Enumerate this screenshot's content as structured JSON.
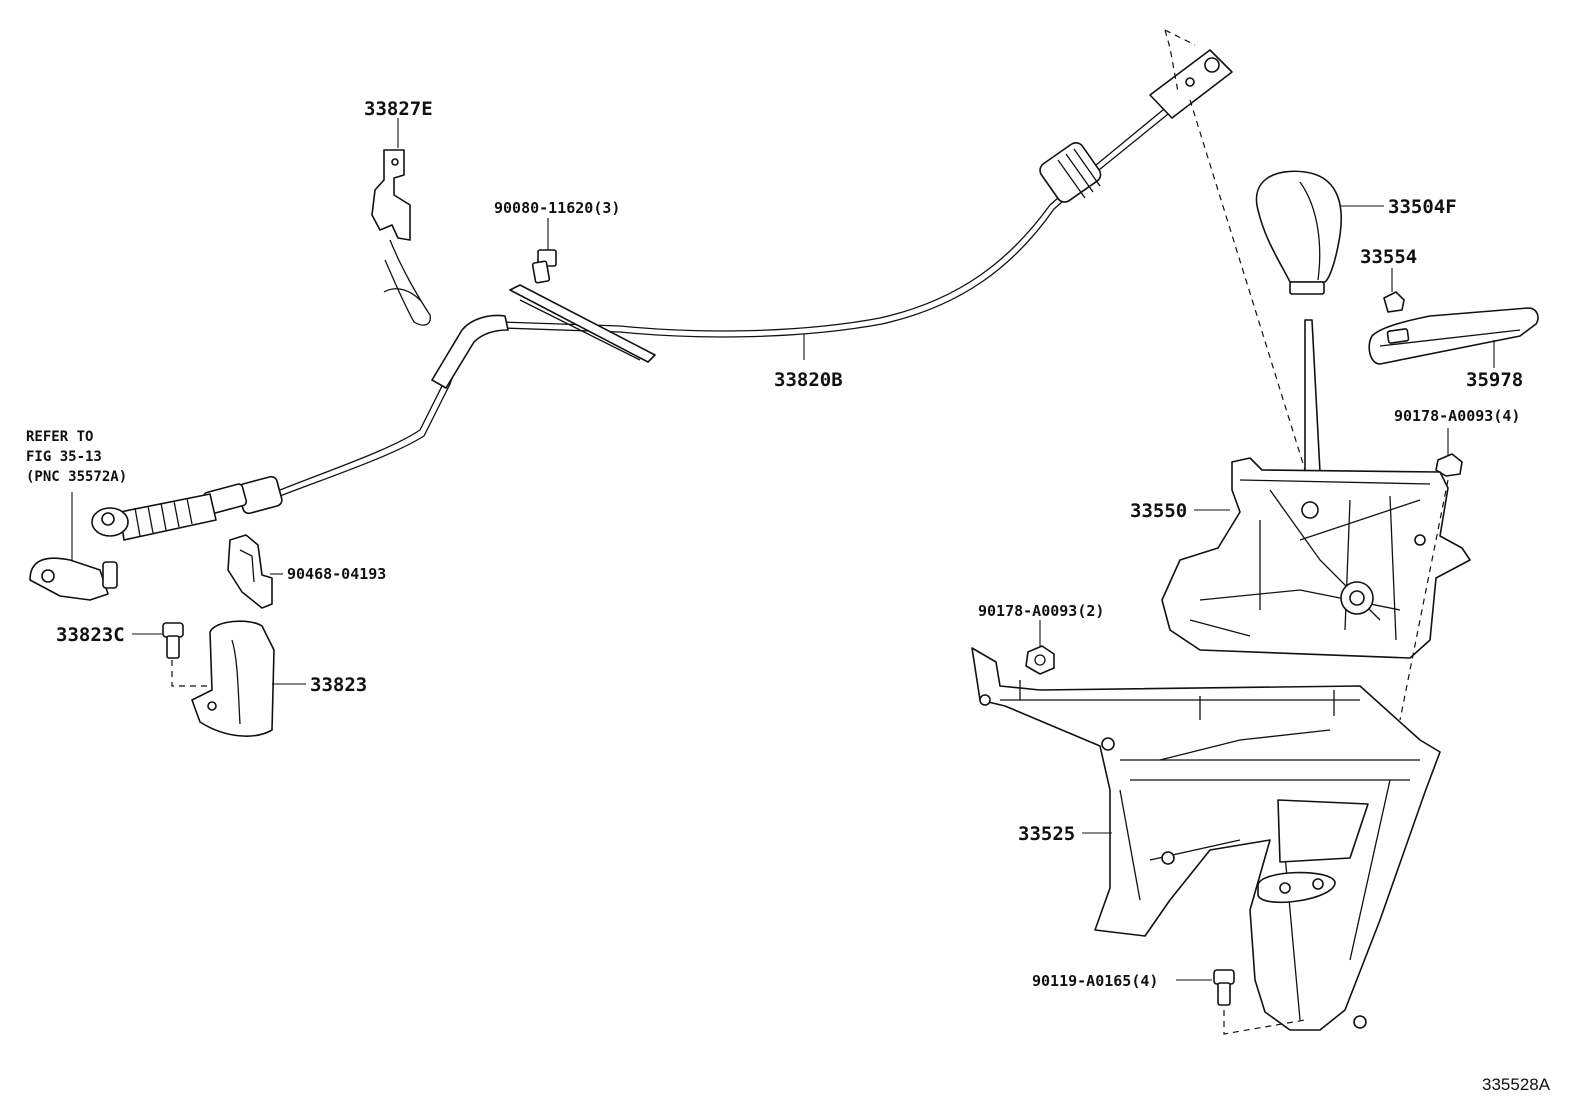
{
  "labels": {
    "p33827E": "33827E",
    "p90080": "90080-11620(3)",
    "p33820B": "33820B",
    "p33504F": "33504F",
    "p33554": "33554",
    "p35978": "35978",
    "p90178_4": "90178-A0093(4)",
    "p33550": "33550",
    "p90178_2": "90178-A0093(2)",
    "p90468": "90468-04193",
    "p33823C": "33823C",
    "p33823": "33823",
    "p33525": "33525",
    "p90119": "90119-A0165(4)"
  },
  "reference": {
    "line1": "REFER TO",
    "line2": "FIG 35-13",
    "line3": "(PNC 35572A)"
  },
  "figure_id": "335528A"
}
